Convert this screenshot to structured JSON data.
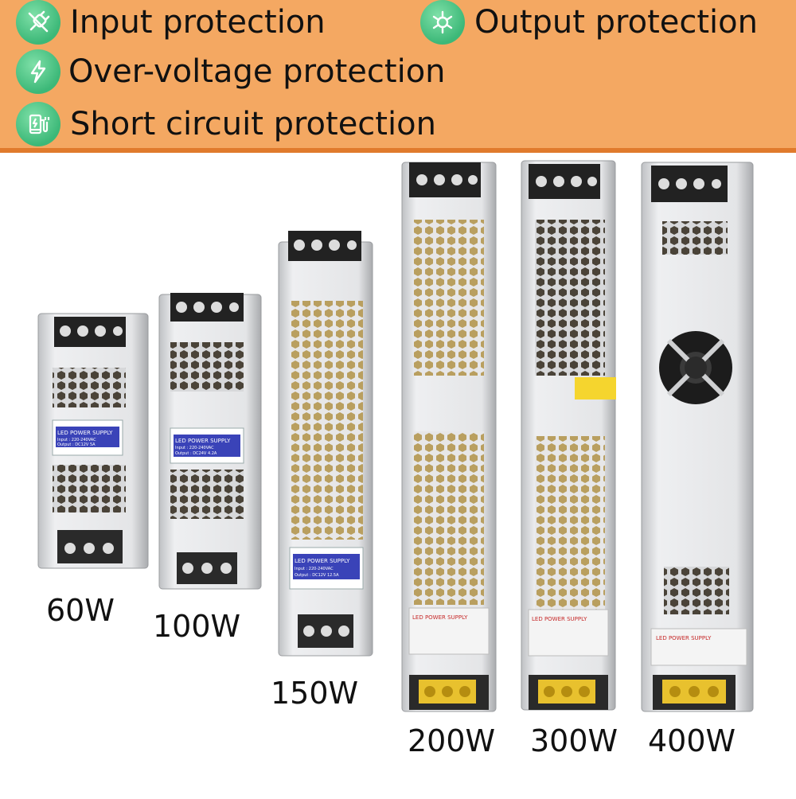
{
  "features": [
    {
      "label": "Input protection",
      "icon": "plug-icon"
    },
    {
      "label": "Output protection",
      "icon": "circuit-icon"
    },
    {
      "label": "Over-voltage protection",
      "icon": "lightning-icon"
    },
    {
      "label": "Short circuit protection",
      "icon": "charger-icon"
    }
  ],
  "products": [
    {
      "watt": "60W",
      "sticker": [
        "LED POWER SUPPLY",
        "Input  : 220-240VAC",
        "Output : DC12V 5A"
      ]
    },
    {
      "watt": "100W",
      "sticker": [
        "LED POWER SUPPLY",
        "Input  : 220-240VAC",
        "Output : DC24V 4.2A"
      ]
    },
    {
      "watt": "150W",
      "sticker": [
        "LED POWER SUPPLY",
        "Input  : 220-240VAC",
        "Output : DC12V 12.5A"
      ]
    },
    {
      "watt": "200W",
      "sticker": [
        "LED POWER SUPPLY"
      ]
    },
    {
      "watt": "300W",
      "sticker": [
        "LED POWER SUPPLY"
      ]
    },
    {
      "watt": "400W",
      "sticker": [
        "LED POWER SUPPLY"
      ]
    }
  ],
  "colors": {
    "banner": "#f4a862",
    "banner_border": "#e07a2c",
    "badge": "#3cb878",
    "housing": "#dcdde0",
    "terminal": "#222222",
    "terminal_yellow": "#e8c12e",
    "sticker_blue": "#3a43b8"
  }
}
